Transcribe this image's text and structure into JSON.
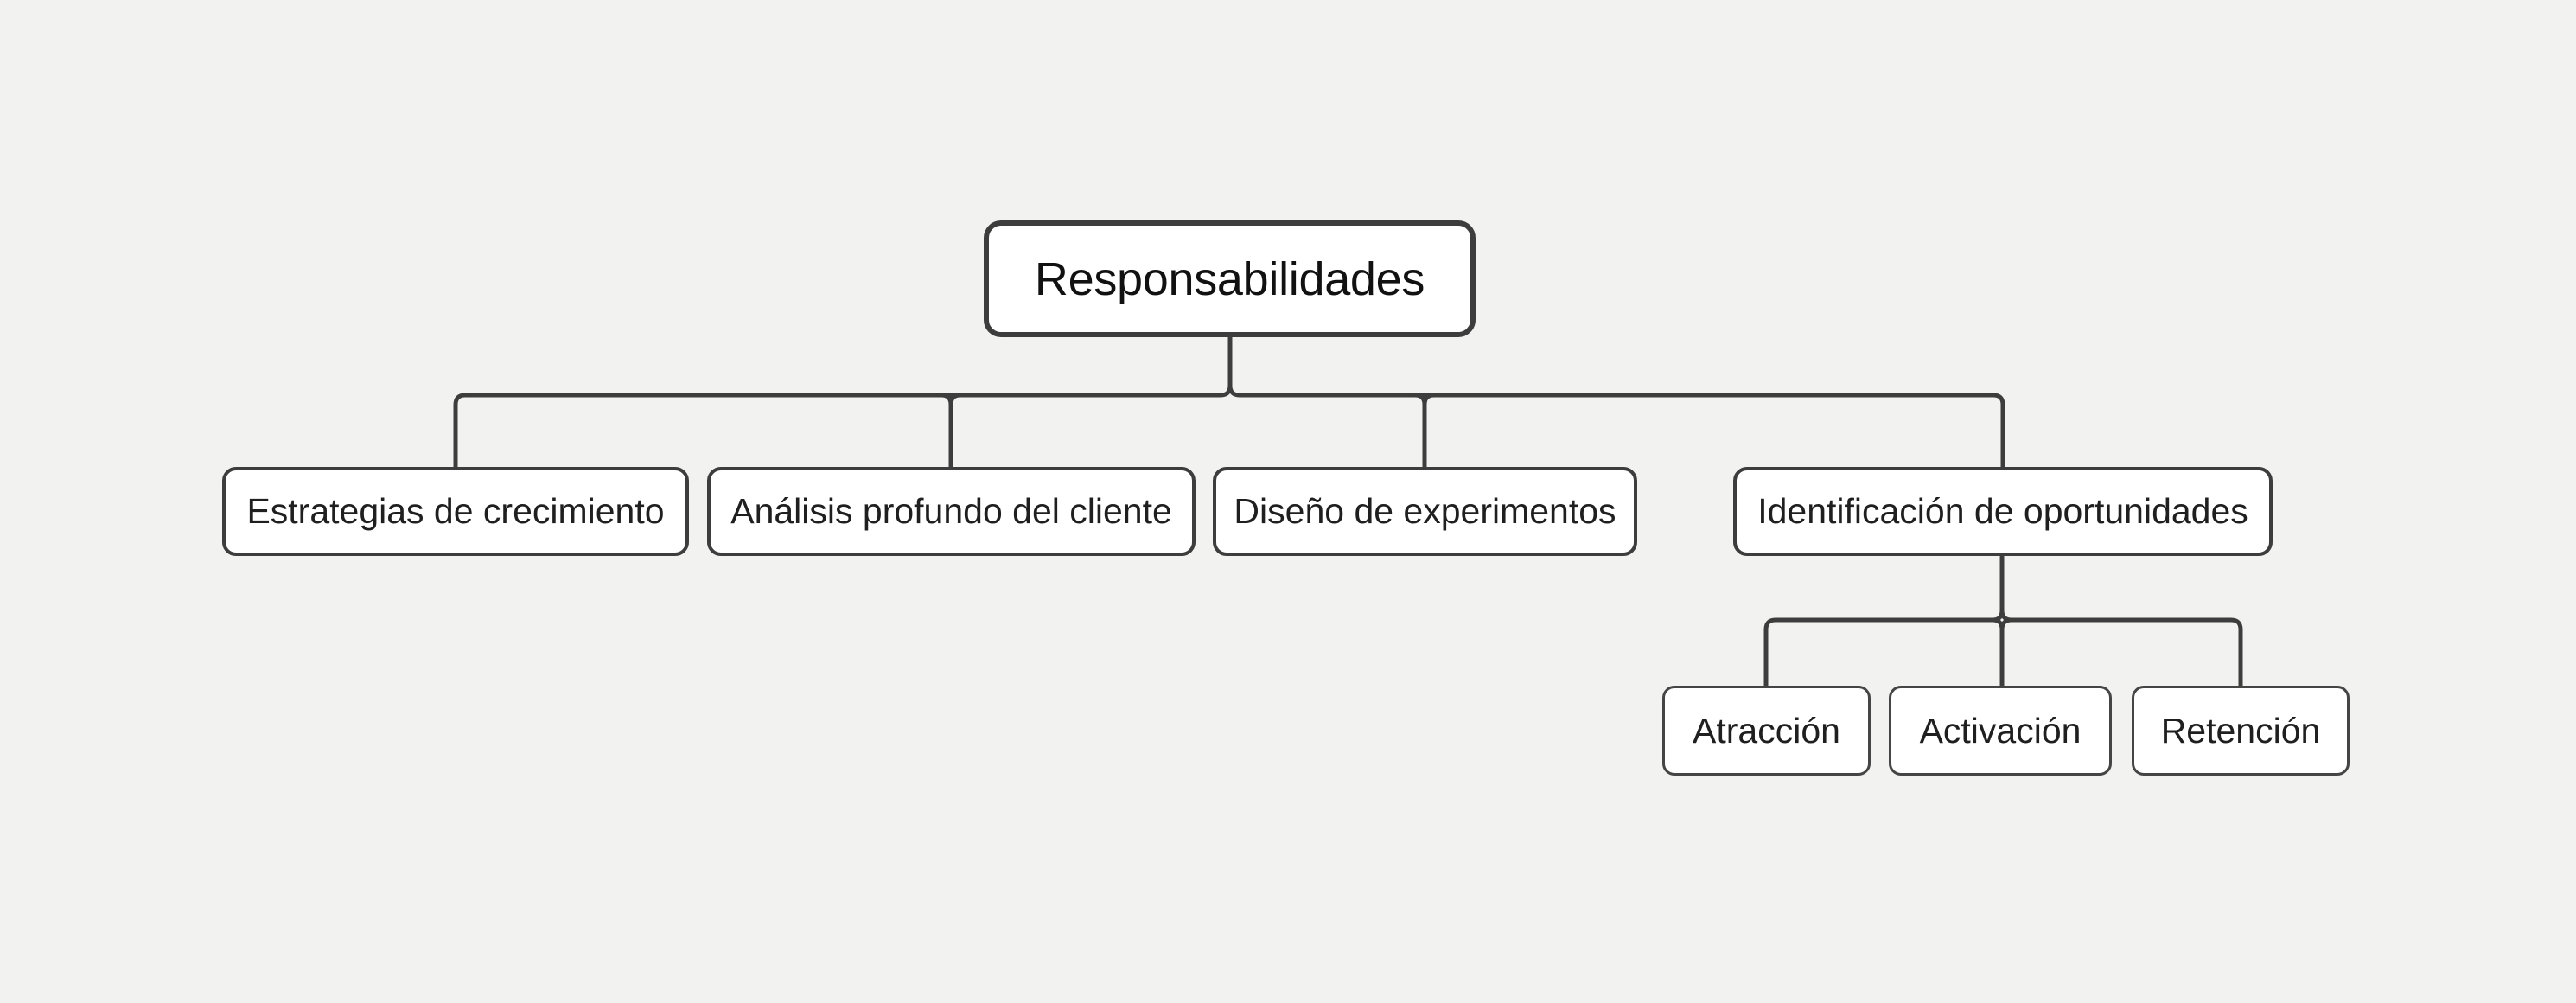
{
  "app": {
    "background_color": "#f2f2f1",
    "line_color": "#3d3d3d",
    "node_fill_color": "#ffffff",
    "text_color": "#1f1f1f"
  },
  "mindmap": {
    "root": {
      "label": "Responsabilidades"
    },
    "nodes": [
      {
        "label": "Estrategias de crecimiento"
      },
      {
        "label": "Análisis profundo del cliente"
      },
      {
        "label": "Diseño de experimentos"
      },
      {
        "label": "Identificación de oportunidades",
        "children": [
          {
            "label": "Atracción"
          },
          {
            "label": "Activación"
          },
          {
            "label": "Retención"
          }
        ]
      }
    ]
  }
}
